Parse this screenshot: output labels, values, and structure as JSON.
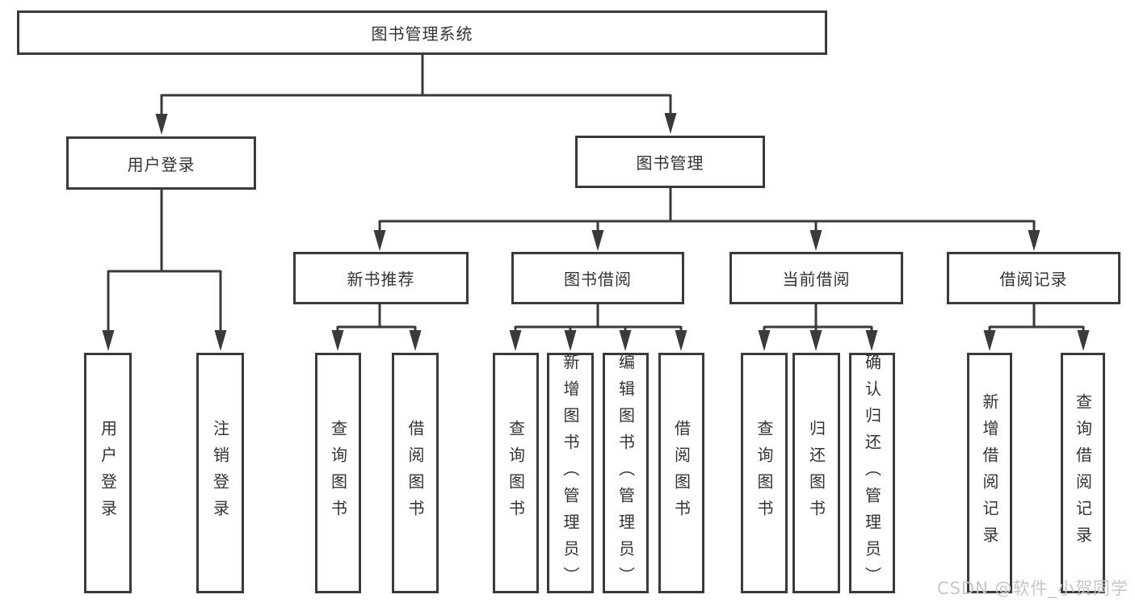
{
  "diagram": {
    "root": {
      "label": "图书管理系统",
      "children": [
        {
          "label": "用户登录",
          "children": [
            {
              "label": "用户登录"
            },
            {
              "label": "注销登录"
            }
          ]
        },
        {
          "label": "图书管理",
          "children": [
            {
              "label": "新书推荐",
              "children": [
                {
                  "label": "查询图书"
                },
                {
                  "label": "借阅图书"
                }
              ]
            },
            {
              "label": "图书借阅",
              "children": [
                {
                  "label": "查询图书"
                },
                {
                  "label": "新增图书（管理员）"
                },
                {
                  "label": "编辑图书（管理员）"
                },
                {
                  "label": "借阅图书"
                }
              ]
            },
            {
              "label": "当前借阅",
              "children": [
                {
                  "label": "查询图书"
                },
                {
                  "label": "归还图书"
                },
                {
                  "label": "确认归还（管理员）"
                }
              ]
            },
            {
              "label": "借阅记录",
              "children": [
                {
                  "label": "新增借阅记录"
                },
                {
                  "label": "查询借阅记录"
                }
              ]
            }
          ]
        }
      ]
    }
  },
  "watermark": {
    "text": "CSDN @软件_小贺同学"
  },
  "colors": {
    "line": "#3a3a3a",
    "text": "#333333",
    "box_fill": "#ffffff",
    "watermark": "#c6c6c6",
    "background": "#ffffff"
  }
}
